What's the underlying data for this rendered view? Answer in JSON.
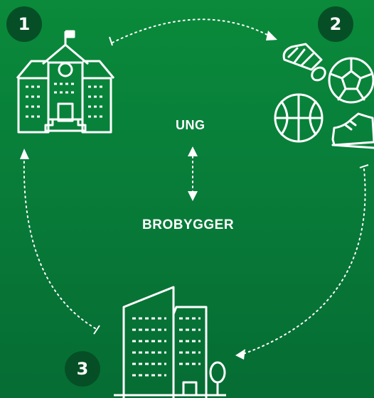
{
  "steps": [
    {
      "number": "1",
      "icon": "school-building-icon"
    },
    {
      "number": "2",
      "icon": "sports-equipment-icon"
    },
    {
      "number": "3",
      "icon": "office-buildings-icon"
    }
  ],
  "center": {
    "top_label": "UNG",
    "bottom_label": "BROBYGGER"
  },
  "colors": {
    "background": "#0a8a3a",
    "badge": "#064f26",
    "line": "#ffffff"
  }
}
